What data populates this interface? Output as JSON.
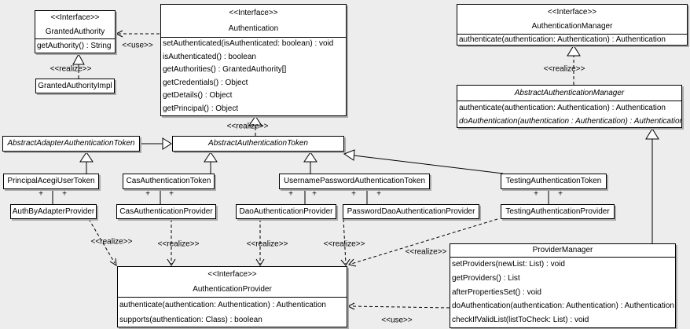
{
  "diagram": {
    "type": "uml-class-diagram",
    "background_color": "#ededed",
    "box_fill": "#ffffff",
    "box_border": "#000000",
    "shadow_color": "#aaaaaa"
  },
  "labels": {
    "use": "<<use>>",
    "realize": "<<realize>>",
    "plus": "+"
  },
  "classes": {
    "granted_authority": {
      "stereotype": "<<Interface>>",
      "name": "GrantedAuthority",
      "methods": [
        "getAuthority() : String"
      ]
    },
    "granted_authority_impl": {
      "name": "GrantedAuthorityImpl"
    },
    "authentication": {
      "stereotype": "<<Interface>>",
      "name": "Authentication",
      "methods": [
        "setAuthenticated(isAuthenticated: boolean) : void",
        "isAuthenticated() : boolean",
        "getAuthorities() : GrantedAuthority[]",
        "getCredentials() : Object",
        "getDetails() : Object",
        "getPrincipal() : Object"
      ]
    },
    "authentication_manager": {
      "stereotype": "<<Interface>>",
      "name": "AuthenticationManager",
      "methods": [
        "authenticate(authentication: Authentication) : Authentication"
      ]
    },
    "abstract_authentication_manager": {
      "name": "AbstractAuthenticationManager",
      "abstract": true,
      "methods": [
        "authenticate(authentication: Authentication) : Authentication",
        "doAuthentication(authentication : Authentication) : Authentication"
      ]
    },
    "abstract_adapter_authentication_token": {
      "name": "AbstractAdapterAuthenticationToken",
      "abstract": true
    },
    "abstract_authentication_token": {
      "name": "AbstractAuthenticationToken",
      "abstract": true
    },
    "principal_acegi_user_token": {
      "name": "PrincipalAcegiUserToken"
    },
    "cas_authentication_token": {
      "name": "CasAuthenticationToken"
    },
    "username_password_authentication_token": {
      "name": "UsernamePasswordAuthenticationToken"
    },
    "testing_authentication_token": {
      "name": "TestingAuthenticationToken"
    },
    "auth_by_adapter_provider": {
      "name": "AuthByAdapterProvider"
    },
    "cas_authentication_provider": {
      "name": "CasAuthenticationProvider"
    },
    "dao_authentication_provider": {
      "name": "DaoAuthenticationProvider"
    },
    "password_dao_authentication_provider": {
      "name": "PasswordDaoAuthenticationProvider"
    },
    "testing_authentication_provider": {
      "name": "TestingAuthenticationProvider"
    },
    "authentication_provider": {
      "stereotype": "<<Interface>>",
      "name": "AuthenticationProvider",
      "methods": [
        "authenticate(authentication: Authentication) : Authentication",
        "supports(authentication: Class) : boolean"
      ]
    },
    "provider_manager": {
      "name": "ProviderManager",
      "methods": [
        "setProviders(newList: List) : void",
        "getProviders() : List",
        "afterPropertiesSet() : void",
        "doAuthentication(authentication: Authentication) : Authentication",
        "checkIfValidList(listToCheck: List) : void"
      ]
    }
  },
  "relationships": [
    {
      "type": "realize",
      "from": "GrantedAuthorityImpl",
      "to": "GrantedAuthority",
      "label": "<<realize>>"
    },
    {
      "type": "use",
      "from": "Authentication",
      "to": "GrantedAuthority",
      "label": "<<use>>"
    },
    {
      "type": "realize",
      "from": "AbstractAuthenticationToken",
      "to": "Authentication",
      "label": "<<realize>>"
    },
    {
      "type": "realize",
      "from": "AbstractAuthenticationManager",
      "to": "AuthenticationManager",
      "label": "<<realize>>"
    },
    {
      "type": "generalization",
      "from": "AbstractAdapterAuthenticationToken",
      "to": "AbstractAuthenticationToken"
    },
    {
      "type": "generalization",
      "from": "PrincipalAcegiUserToken",
      "to": "AbstractAdapterAuthenticationToken"
    },
    {
      "type": "generalization",
      "from": "CasAuthenticationToken",
      "to": "AbstractAuthenticationToken"
    },
    {
      "type": "generalization",
      "from": "UsernamePasswordAuthenticationToken",
      "to": "AbstractAuthenticationToken"
    },
    {
      "type": "generalization",
      "from": "TestingAuthenticationToken",
      "to": "AbstractAuthenticationToken"
    },
    {
      "type": "generalization",
      "from": "ProviderManager",
      "to": "AbstractAuthenticationManager"
    },
    {
      "type": "association",
      "from": "PrincipalAcegiUserToken",
      "to": "AuthByAdapterProvider",
      "end_labels": [
        "+",
        "+"
      ]
    },
    {
      "type": "association",
      "from": "CasAuthenticationToken",
      "to": "CasAuthenticationProvider",
      "end_labels": [
        "+",
        "+"
      ]
    },
    {
      "type": "association",
      "from": "UsernamePasswordAuthenticationToken",
      "to": "DaoAuthenticationProvider",
      "end_labels": [
        "+",
        "+"
      ]
    },
    {
      "type": "association",
      "from": "UsernamePasswordAuthenticationToken",
      "to": "PasswordDaoAuthenticationProvider",
      "end_labels": [
        "+",
        "+"
      ]
    },
    {
      "type": "association",
      "from": "TestingAuthenticationToken",
      "to": "TestingAuthenticationProvider",
      "end_labels": [
        "+",
        "+"
      ]
    },
    {
      "type": "realize",
      "from": "AuthByAdapterProvider",
      "to": "AuthenticationProvider",
      "label": "<<realize>>"
    },
    {
      "type": "realize",
      "from": "CasAuthenticationProvider",
      "to": "AuthenticationProvider",
      "label": "<<realize>>"
    },
    {
      "type": "realize",
      "from": "DaoAuthenticationProvider",
      "to": "AuthenticationProvider",
      "label": "<<realize>>"
    },
    {
      "type": "realize",
      "from": "PasswordDaoAuthenticationProvider",
      "to": "AuthenticationProvider",
      "label": "<<realize>>"
    },
    {
      "type": "realize",
      "from": "TestingAuthenticationProvider",
      "to": "AuthenticationProvider",
      "label": "<<realize>>"
    },
    {
      "type": "use",
      "from": "ProviderManager",
      "to": "AuthenticationProvider",
      "label": "<<use>>"
    }
  ]
}
